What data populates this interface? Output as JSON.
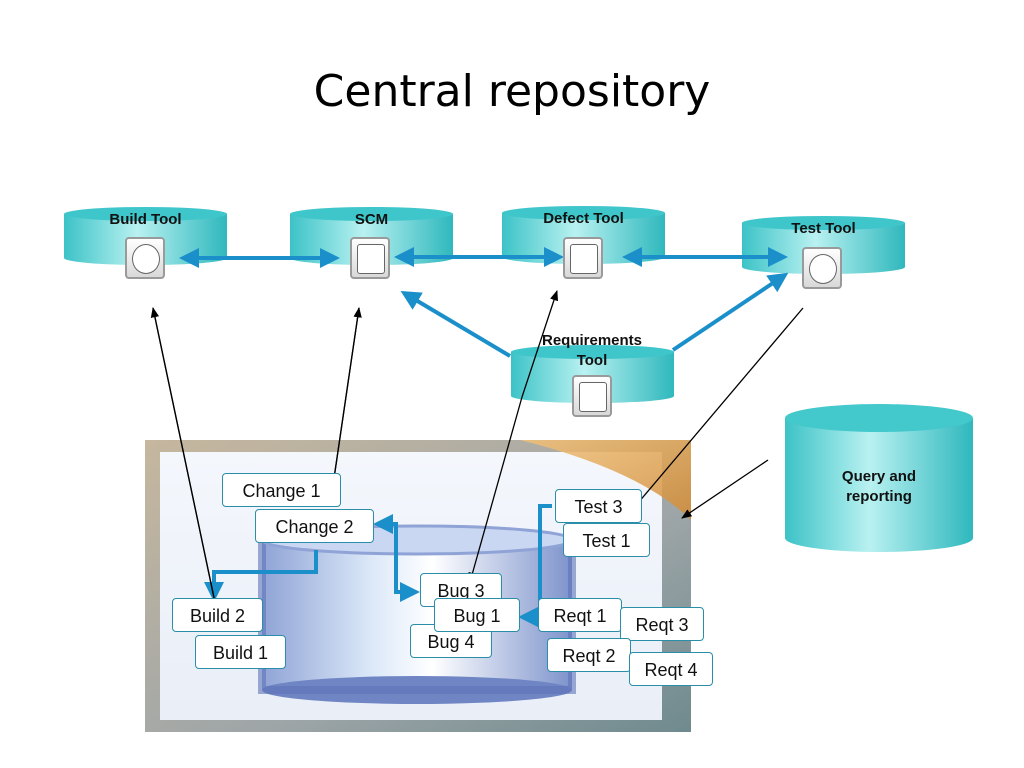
{
  "title": "Central repository",
  "tools": {
    "build": "Build Tool",
    "scm": "SCM",
    "defect": "Defect Tool",
    "test": "Test Tool",
    "requirements": "Requirements Tool",
    "query": "Query and reporting"
  },
  "items": {
    "change1": "Change 1",
    "change2": "Change 2",
    "test3": "Test 3",
    "test1": "Test 1",
    "bug3": "Bug 3",
    "bug1": "Bug 1",
    "bug4": "Bug 4",
    "build2": "Build 2",
    "build1": "Build 1",
    "reqt1": "Reqt 1",
    "reqt3": "Reqt 3",
    "reqt2": "Reqt 2",
    "reqt4": "Reqt 4"
  },
  "colors": {
    "cylinder": "#5fd3d3",
    "connector": "#1a8fc9",
    "tag_border": "#2a8ea8"
  }
}
